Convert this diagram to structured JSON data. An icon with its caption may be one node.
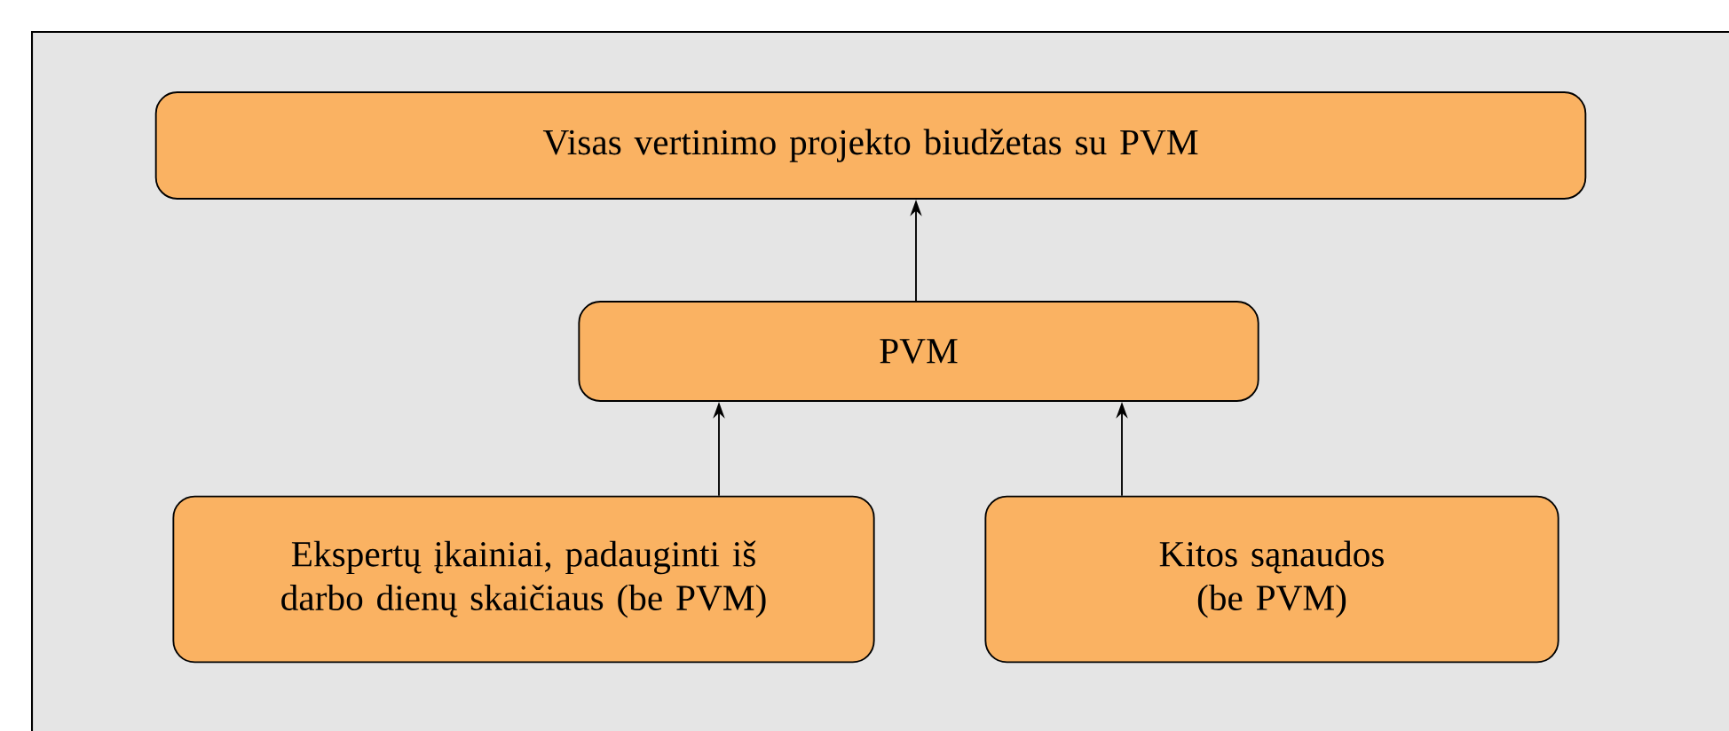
{
  "diagram": {
    "nodes": [
      {
        "text": [
          "Visas vertinimo projekto biudžetas su PVM"
        ]
      },
      {
        "text": [
          "PVM"
        ]
      },
      {
        "text": [
          "Ekspertų įkainiai, padauginti iš darbo dienų skaičiaus (be PVM)"
        ]
      },
      {
        "text": [
          "Kitos sąnaudos (be PVM)"
        ]
      }
    ],
    "edges": [
      {
        "from": 1,
        "to": 0,
        "arrow": "to"
      },
      {
        "from": 2,
        "to": 1,
        "arrow": "to"
      },
      {
        "from": 3,
        "to": 1,
        "arrow": "to"
      }
    ]
  }
}
